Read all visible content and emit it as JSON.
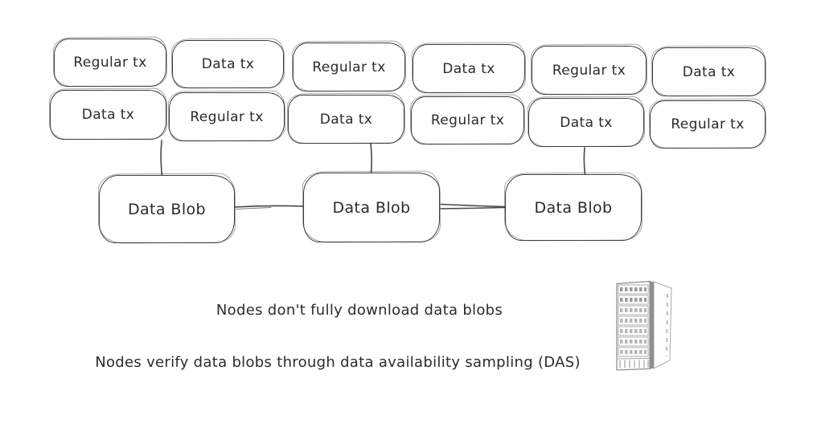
{
  "canvas": {
    "background": "#ffffff",
    "stroke_color": "#3d3d3d",
    "text_color": "#2b2b2b"
  },
  "tx_grid": {
    "row1": [
      {
        "label": "Regular tx"
      },
      {
        "label": "Data tx"
      },
      {
        "label": "Regular tx"
      },
      {
        "label": "Data tx"
      },
      {
        "label": "Regular tx"
      },
      {
        "label": "Data tx"
      }
    ],
    "row2": [
      {
        "label": "Data tx"
      },
      {
        "label": "Regular tx"
      },
      {
        "label": "Data tx"
      },
      {
        "label": "Regular tx"
      },
      {
        "label": "Data tx"
      },
      {
        "label": "Regular tx"
      }
    ]
  },
  "blobs": [
    {
      "label": "Data Blob"
    },
    {
      "label": "Data Blob"
    },
    {
      "label": "Data Blob"
    }
  ],
  "captions": {
    "line1": "Nodes don't fully download data blobs",
    "line2": "Nodes verify data blobs through data availability sampling (DAS)"
  },
  "icons": {
    "server": "server-rack-icon"
  }
}
